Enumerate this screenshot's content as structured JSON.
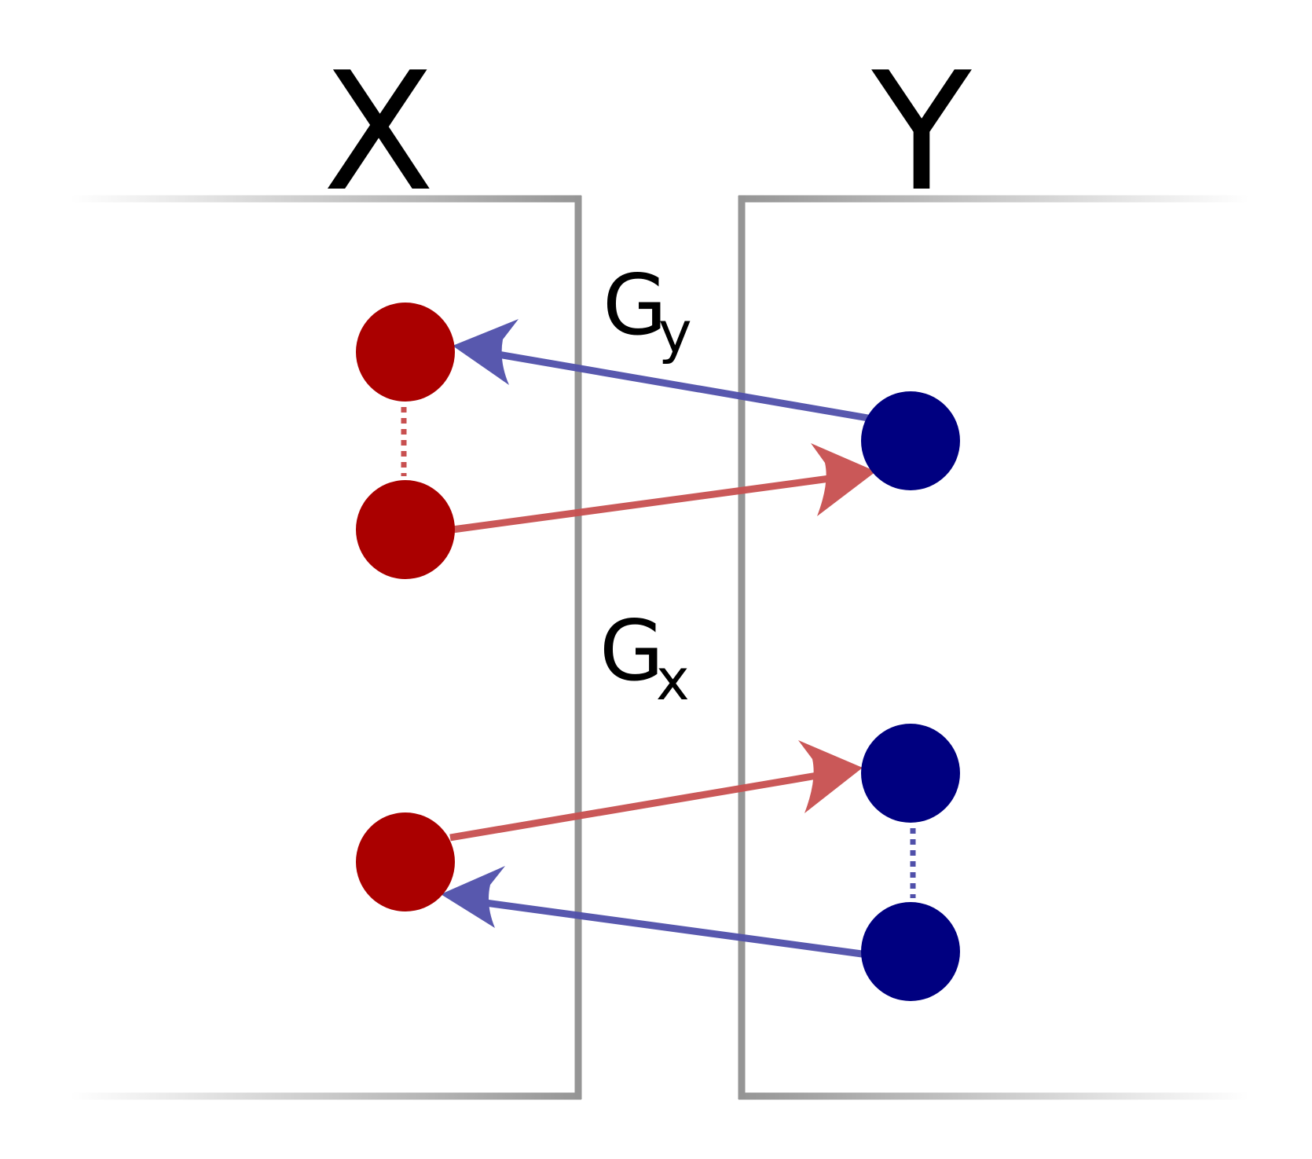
{
  "sets": {
    "x": {
      "label": "X"
    },
    "y": {
      "label": "Y"
    }
  },
  "maps": {
    "gy": {
      "main": "G",
      "subscript": "y"
    },
    "gx": {
      "main": "G",
      "subscript": "x"
    }
  },
  "colors": {
    "x_node": "#aa0000",
    "y_node": "#000080",
    "x_to_y_arrow": "#c85050",
    "y_to_x_arrow": "#5050aa",
    "box_border": "#959595",
    "text": "#000000"
  }
}
